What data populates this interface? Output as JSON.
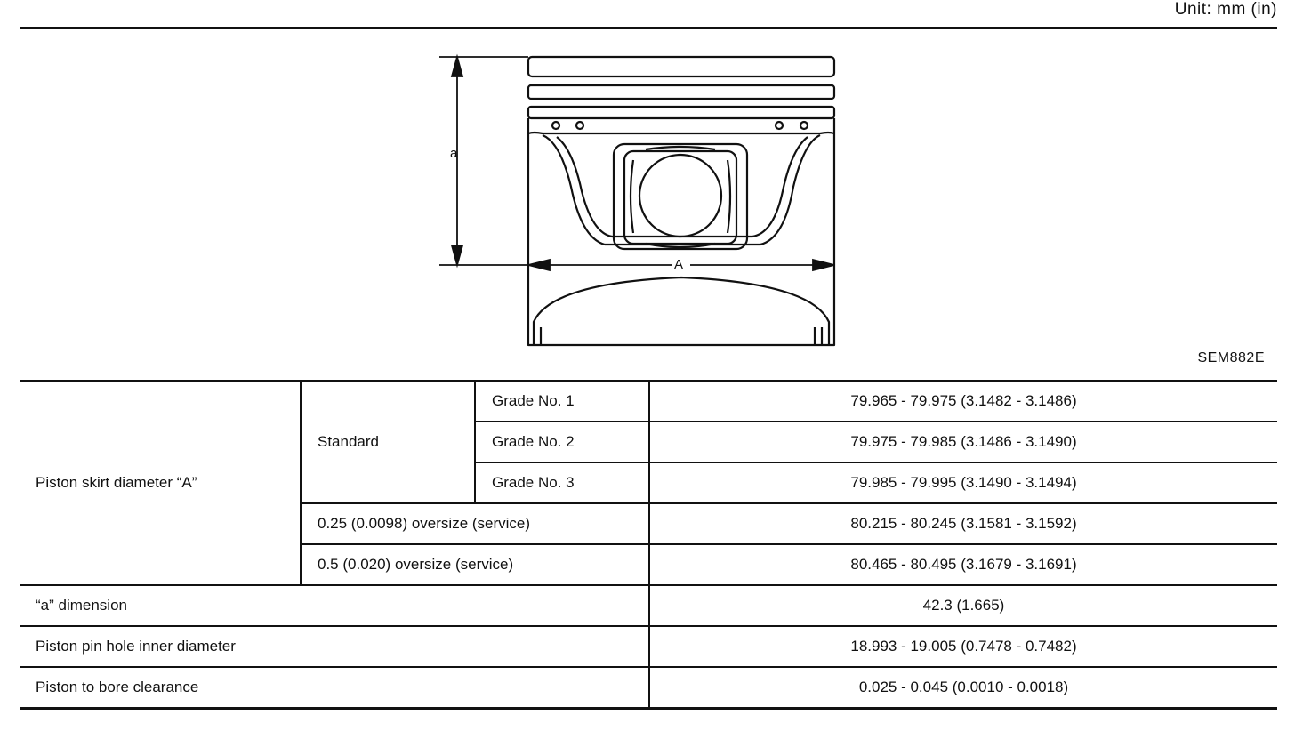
{
  "unit_label": "Unit: mm (in)",
  "figure": {
    "code": "SEM882E",
    "label_height": "a",
    "label_width": "A"
  },
  "table": {
    "skirt": {
      "parameter": "Piston skirt diameter “A”",
      "standard_label": "Standard",
      "grades": [
        {
          "label": "Grade No. 1",
          "value": "79.965 - 79.975 (3.1482 - 3.1486)"
        },
        {
          "label": "Grade No. 2",
          "value": "79.975 - 79.985 (3.1486 - 3.1490)"
        },
        {
          "label": "Grade No. 3",
          "value": "79.985 - 79.995 (3.1490 - 3.1494)"
        }
      ],
      "oversizes": [
        {
          "label": "0.25 (0.0098) oversize (service)",
          "value": "80.215 - 80.245 (3.1581 - 3.1592)"
        },
        {
          "label": "0.5 (0.020) oversize (service)",
          "value": "80.465 - 80.495 (3.1679 - 3.1691)"
        }
      ]
    },
    "rows": [
      {
        "label": "“a” dimension",
        "value": "42.3 (1.665)"
      },
      {
        "label": "Piston pin hole inner diameter",
        "value": "18.993 - 19.005 (0.7478 - 0.7482)"
      },
      {
        "label": "Piston to bore clearance",
        "value": "0.025 - 0.045 (0.0010 - 0.0018)"
      }
    ]
  }
}
